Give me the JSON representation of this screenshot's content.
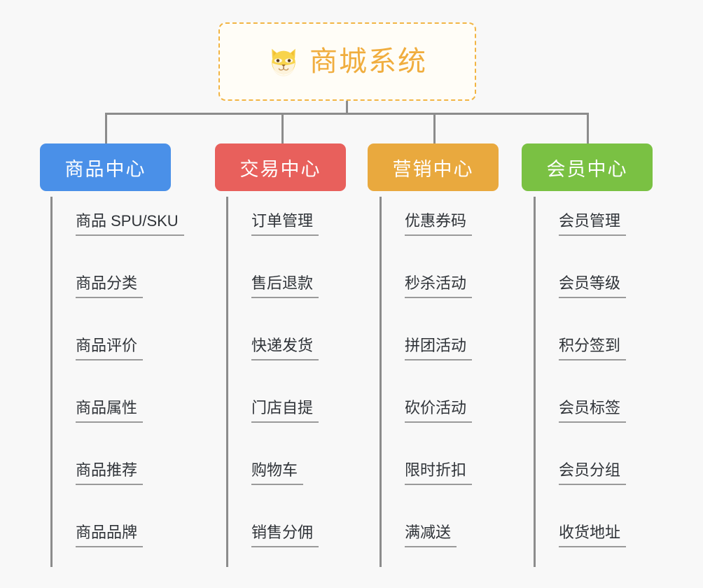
{
  "page": {
    "background_color": "#f8f8f8",
    "type": "org-chart"
  },
  "root": {
    "title": "商城系统",
    "icon": "shiba-dog-icon",
    "text_color": "#f0ad3e",
    "border_color": "#f2b544",
    "background_color": "#fffdf7"
  },
  "branches": [
    {
      "label": "商品中心",
      "color": "#4a90e8",
      "items": [
        "商品 SPU/SKU",
        "商品分类",
        "商品评价",
        "商品属性",
        "商品推荐",
        "商品品牌"
      ]
    },
    {
      "label": "交易中心",
      "color": "#e8605c",
      "items": [
        "订单管理",
        "售后退款",
        "快递发货",
        "门店自提",
        "购物车",
        "销售分佣"
      ]
    },
    {
      "label": "营销中心",
      "color": "#e9a93e",
      "items": [
        "优惠券码",
        "秒杀活动",
        "拼团活动",
        "砍价活动",
        "限时折扣",
        "满减送"
      ]
    },
    {
      "label": "会员中心",
      "color": "#7ac143",
      "items": [
        "会员管理",
        "会员等级",
        "积分签到",
        "会员标签",
        "会员分组",
        "收货地址"
      ]
    }
  ],
  "connector": {
    "color": "#8c8c8c"
  }
}
